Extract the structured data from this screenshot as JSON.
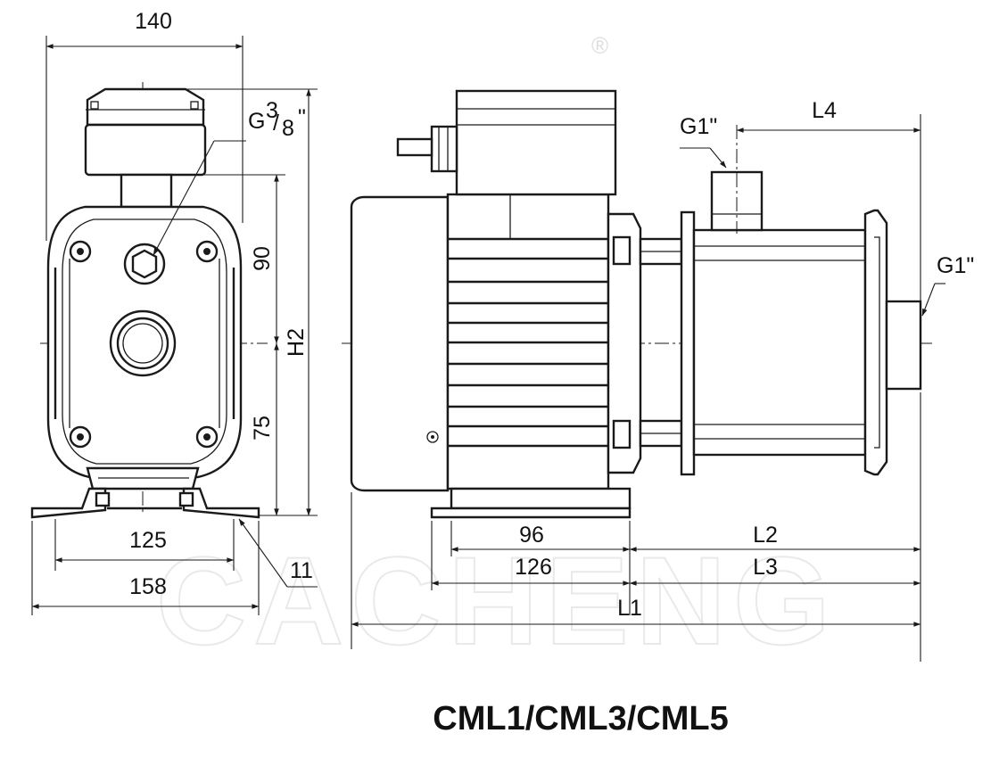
{
  "diagram": {
    "model_caption": "CML1/CML3/CML5",
    "watermark_text": "CACHENG",
    "registered_mark": "®",
    "front_view": {
      "overall_width": "140",
      "upper_height": "90",
      "lower_height": "75",
      "total_height": "H2",
      "foot_bolt_spacing": "125",
      "foot_width": "158",
      "foot_hole": "11",
      "drain_thread": {
        "main": "G",
        "sup": "3",
        "sub": "8",
        "tail": "\""
      }
    },
    "side_view": {
      "inlet_thread": "G1\"",
      "outlet_thread": "G1\"",
      "outlet_offset": "L4",
      "foot_bolt_spacing": "96",
      "foot_length": "126",
      "length_2": "L2",
      "length_3": "L3",
      "overall_length": "L1"
    }
  }
}
